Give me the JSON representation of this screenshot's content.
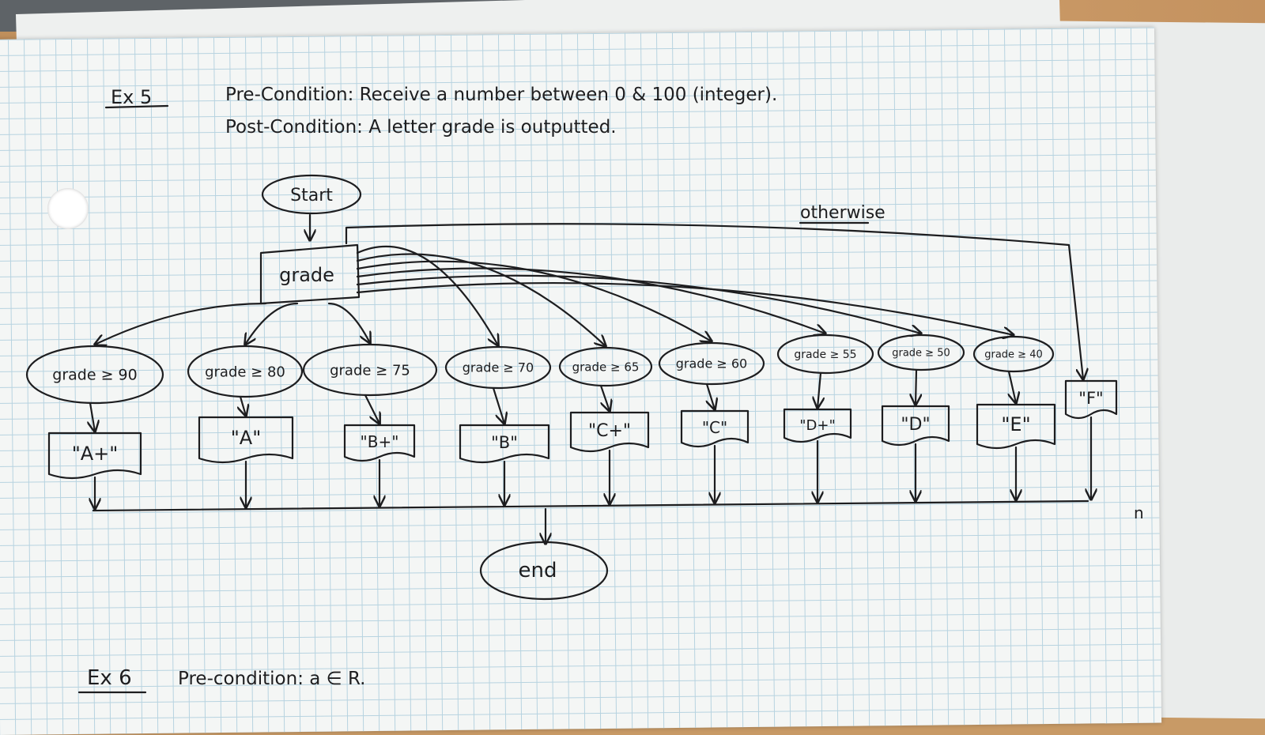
{
  "header": {
    "exercise5": "Ex 5",
    "pre_condition": "Pre-Condition: Receive a number between 0 & 100 (integer).",
    "post_condition": "Post-Condition: A letter grade is outputted."
  },
  "flow": {
    "start": "Start",
    "input": "grade",
    "otherwise": "otherwise",
    "end": "end",
    "conditions": [
      "grade ≥ 90",
      "grade ≥ 80",
      "grade ≥ 75",
      "grade ≥ 70",
      "grade ≥ 65",
      "grade ≥ 60",
      "grade ≥ 55",
      "grade ≥ 50",
      "grade ≥ 40"
    ],
    "outputs": [
      "\"A+\"",
      "\"A\"",
      "\"B+\"",
      "\"B\"",
      "\"C+\"",
      "\"C\"",
      "\"D+\"",
      "\"D\"",
      "\"E\"",
      "\"F\""
    ]
  },
  "footer": {
    "exercise6": "Ex 6",
    "pre_condition": "Pre-condition: a ∈ R."
  },
  "margin_mark": "n",
  "colors": {
    "ink": "#1d1d1f",
    "grid": "#b7d3e0",
    "paper": "#f4f6f5"
  }
}
